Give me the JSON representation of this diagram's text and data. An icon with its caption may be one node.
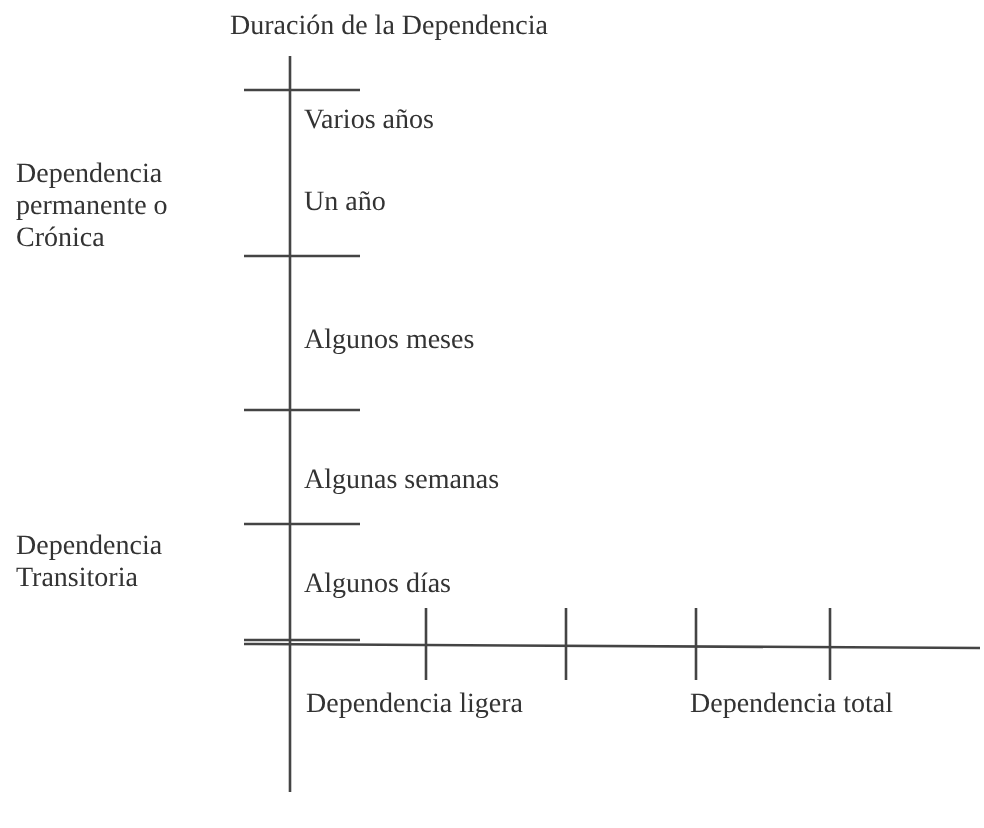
{
  "diagram": {
    "title": "Duración de la Dependencia",
    "labels": [
      "Varios años",
      "Dependencia permanente o Crónica",
      "Un año",
      "Algunos meses",
      "Algunas semanas",
      "Dependencia Transitoria",
      "Algunos días",
      "Dependencia ligera",
      "Dependencia total"
    ]
  }
}
